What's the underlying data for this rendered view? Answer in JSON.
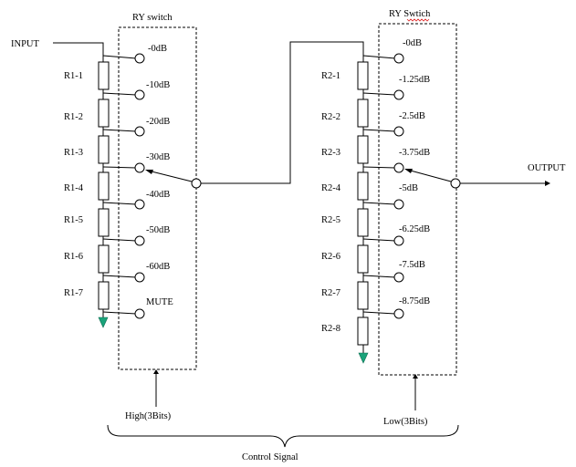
{
  "input_label": "INPUT",
  "output_label": "OUTPUT",
  "switch1": {
    "title": "RY switch",
    "resistors": [
      "R1-1",
      "R1-2",
      "R1-3",
      "R1-4",
      "R1-5",
      "R1-6",
      "R1-7"
    ],
    "taps": [
      "-0dB",
      "-10dB",
      "-20dB",
      "-30dB",
      "-40dB",
      "-50dB",
      "-60dB",
      "MUTE"
    ],
    "control_label": "High(3Bits)"
  },
  "switch2": {
    "title": "RY Swtich",
    "resistors": [
      "R2-1",
      "R2-2",
      "R2-3",
      "R2-4",
      "R2-5",
      "R2-6",
      "R2-7",
      "R2-8"
    ],
    "taps": [
      "-0dB",
      "-1.25dB",
      "-2.5dB",
      "-3.75dB",
      "-5dB",
      "-6.25dB",
      "-7.5dB",
      "-8.75dB"
    ],
    "control_label": "Low(3Bits)"
  },
  "control_signal_label": "Control Signal",
  "colors": {
    "ground": "#1aa37a",
    "line": "#000000"
  }
}
